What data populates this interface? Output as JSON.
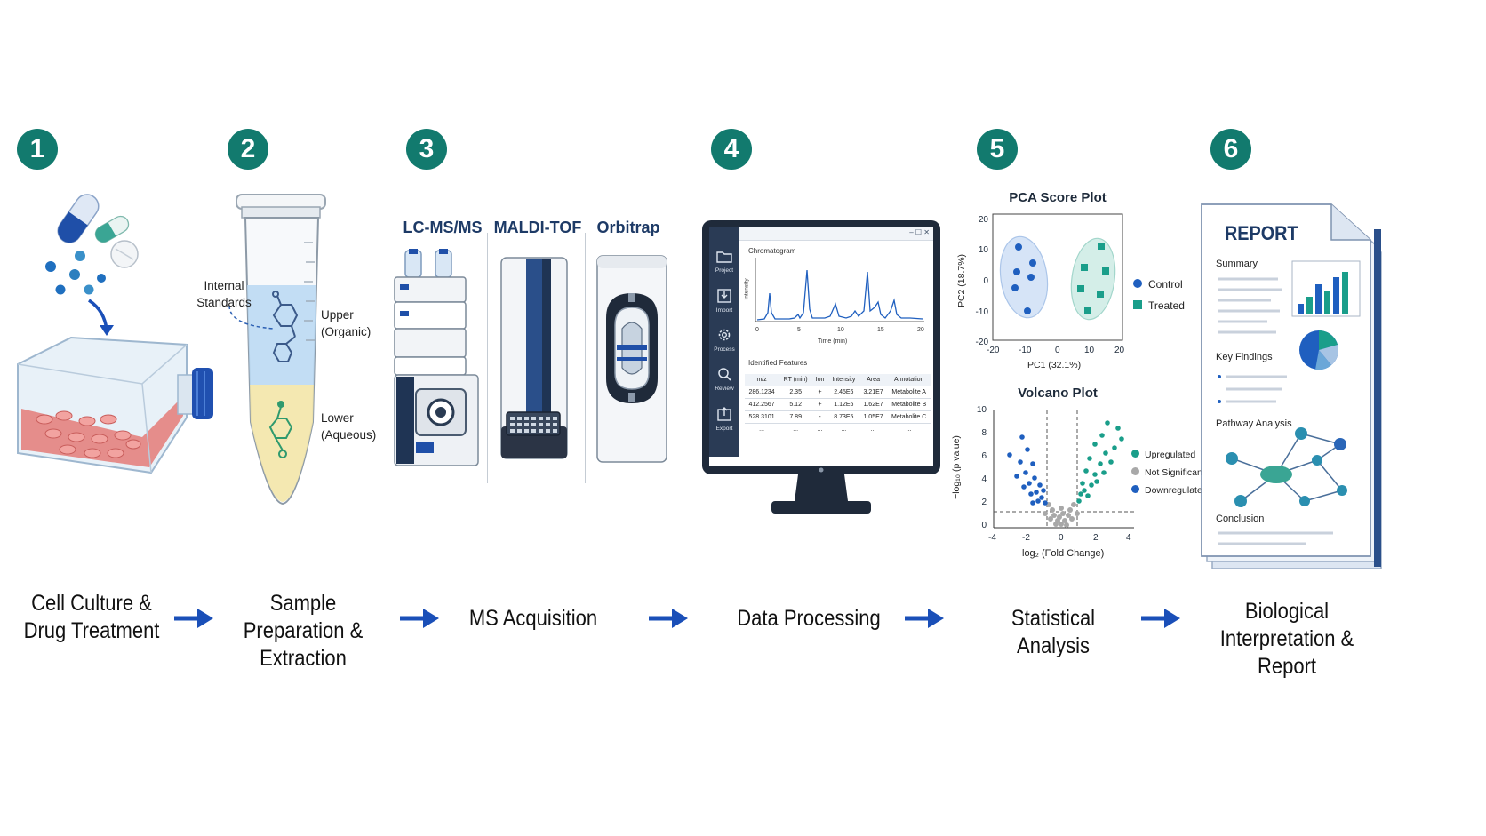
{
  "steps": [
    {
      "number": "1",
      "label": "Cell Culture &\nDrug Treatment"
    },
    {
      "number": "2",
      "label": "Sample Preparation &\nExtraction"
    },
    {
      "number": "3",
      "label": "MS Acquisition"
    },
    {
      "number": "4",
      "label": "Data Processing"
    },
    {
      "number": "5",
      "label": "Statistical Analysis"
    },
    {
      "number": "6",
      "label": "Biological Interpretation &\nReport"
    }
  ],
  "extraction": {
    "internal_standards": "Internal\nStandards",
    "upper": "Upper\n(Organic)",
    "lower": "Lower\n(Aqueous)"
  },
  "instruments": [
    "LC-MS/MS",
    "MALDI-TOF",
    "Orbitrap"
  ],
  "software": {
    "window_controls": "– ☐ ✕",
    "nav": [
      "Project",
      "Import",
      "Process",
      "Review",
      "Export"
    ],
    "chromatogram_title": "Chromatogram",
    "y_axis": "Intensity",
    "x_axis": "Time (min)",
    "x_ticks": [
      "0",
      "5",
      "10",
      "15",
      "20"
    ],
    "features_title": "Identified Features",
    "columns": [
      "m/z",
      "RT (min)",
      "Ion",
      "Intensity",
      "Area",
      "Annotation"
    ],
    "rows": [
      [
        "286.1234",
        "2.35",
        "+",
        "2.45E6",
        "3.21E7",
        "Metabolite A"
      ],
      [
        "412.2567",
        "5.12",
        "+",
        "1.12E6",
        "1.62E7",
        "Metabolite B"
      ],
      [
        "528.3101",
        "7.89",
        "-",
        "8.73E5",
        "1.05E7",
        "Metabolite C"
      ],
      [
        "...",
        "...",
        "...",
        "...",
        "...",
        "..."
      ]
    ]
  },
  "pca": {
    "title": "PCA Score Plot",
    "xlabel": "PC1 (32.1%)",
    "ylabel": "PC2 (18.7%)",
    "x_ticks": [
      "-20",
      "-10",
      "0",
      "10",
      "20"
    ],
    "y_ticks": [
      "20",
      "10",
      "0",
      "-10",
      "-20"
    ],
    "legend": [
      "Control",
      "Treated"
    ],
    "colors": {
      "control": "#1f5fbf",
      "treated": "#1a9e8a"
    }
  },
  "volcano": {
    "title": "Volcano Plot",
    "xlabel": "log₂ (Fold Change)",
    "ylabel": "−log₁₀ (p value)",
    "x_ticks": [
      "-4",
      "-2",
      "0",
      "2",
      "4"
    ],
    "y_ticks": [
      "10",
      "8",
      "6",
      "4",
      "2",
      "0"
    ],
    "legend": [
      "Upregulated",
      "Not Significant",
      "Downregulated"
    ],
    "colors": {
      "up": "#1a9e8a",
      "ns": "#a8a8a8",
      "down": "#1f5fbf"
    }
  },
  "report": {
    "title": "REPORT",
    "sections": [
      "Summary",
      "Key Findings",
      "Pathway Analysis",
      "Conclusion"
    ]
  },
  "colors": {
    "accent": "#127a6e",
    "arrow": "#1a4fb8",
    "navy": "#1f3454"
  }
}
